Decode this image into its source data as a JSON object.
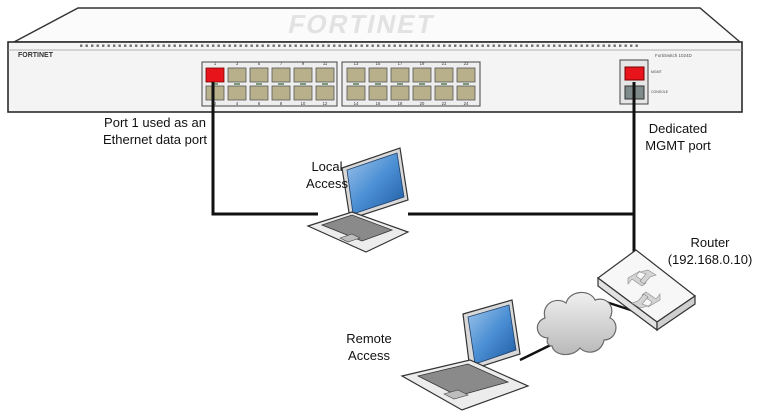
{
  "switch": {
    "brand_logo": "FORTINET",
    "model": "FortiSwitch 1024D",
    "top_ports": [
      "1",
      "3",
      "5",
      "7",
      "9",
      "11",
      "13",
      "15",
      "17",
      "19",
      "21",
      "23"
    ],
    "bottom_ports": [
      "2",
      "4",
      "6",
      "8",
      "10",
      "12",
      "14",
      "16",
      "18",
      "20",
      "22",
      "24"
    ],
    "mgmt_label_top": "MGMT",
    "mgmt_label_bottom": "CONSOLE"
  },
  "labels": {
    "port1": [
      "Port 1 used as an",
      "Ethernet data port"
    ],
    "mgmt": [
      "Dedicated",
      "MGMT port"
    ],
    "local_access": [
      "Local",
      "Access"
    ],
    "router": [
      "Router",
      "(192.168.0.10)"
    ],
    "remote_access": [
      "Remote",
      "Access"
    ]
  },
  "colors": {
    "port_highlight": "#e8141b",
    "cable": "#111111",
    "chassis_body": "#f4f4f4",
    "chassis_outline": "#2a2a2a",
    "port_fill": "#b8b08a",
    "cloud": "#d6d6d6",
    "laptop_screen": "#3f80c9"
  }
}
